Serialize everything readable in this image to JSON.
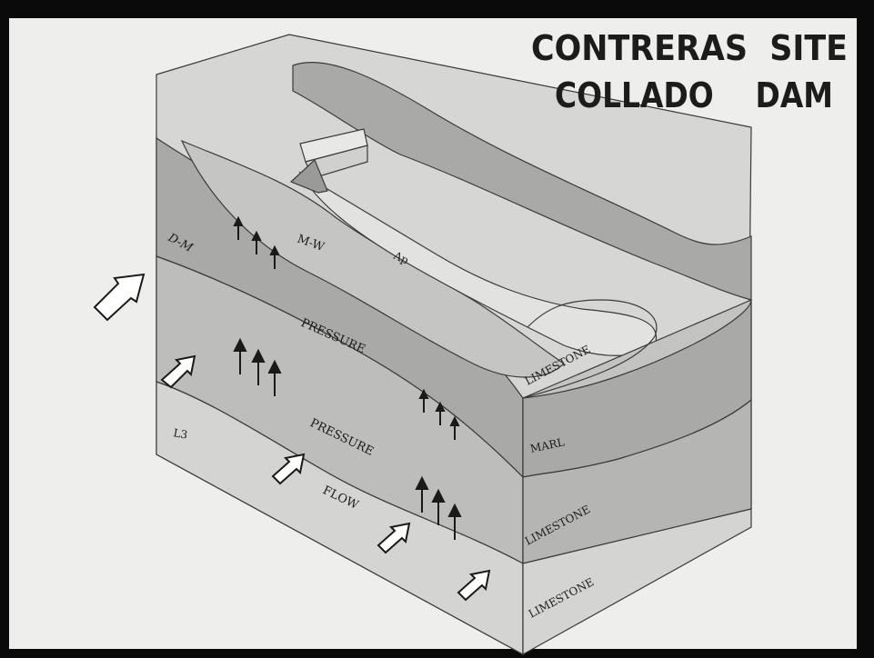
{
  "title": {
    "line1": "CONTRERAS  SITE",
    "line2": "COLLADO    DAM"
  },
  "labels": {
    "d_m": "D-M",
    "m_w": "M-W",
    "ap": "Ap",
    "pressure_upper": "PRESSURE",
    "pressure_lower": "PRESSURE",
    "flow": "FLOW",
    "l3": "L3",
    "limestone_top": "LIMESTONE",
    "marl": "MARL",
    "limestone_middle": "LIMESTONE",
    "limestone_bottom": "LIMESTONE"
  },
  "colors": {
    "background": "#ffffff",
    "slide": "#eeeeec",
    "dark_layer": "#a9a9a7",
    "mid_layer": "#bdbdbb",
    "light_layer": "#d4d4d2",
    "lightest_layer": "#e2e2e0",
    "line": "#3a3a3a",
    "text": "#1c1c1c"
  }
}
